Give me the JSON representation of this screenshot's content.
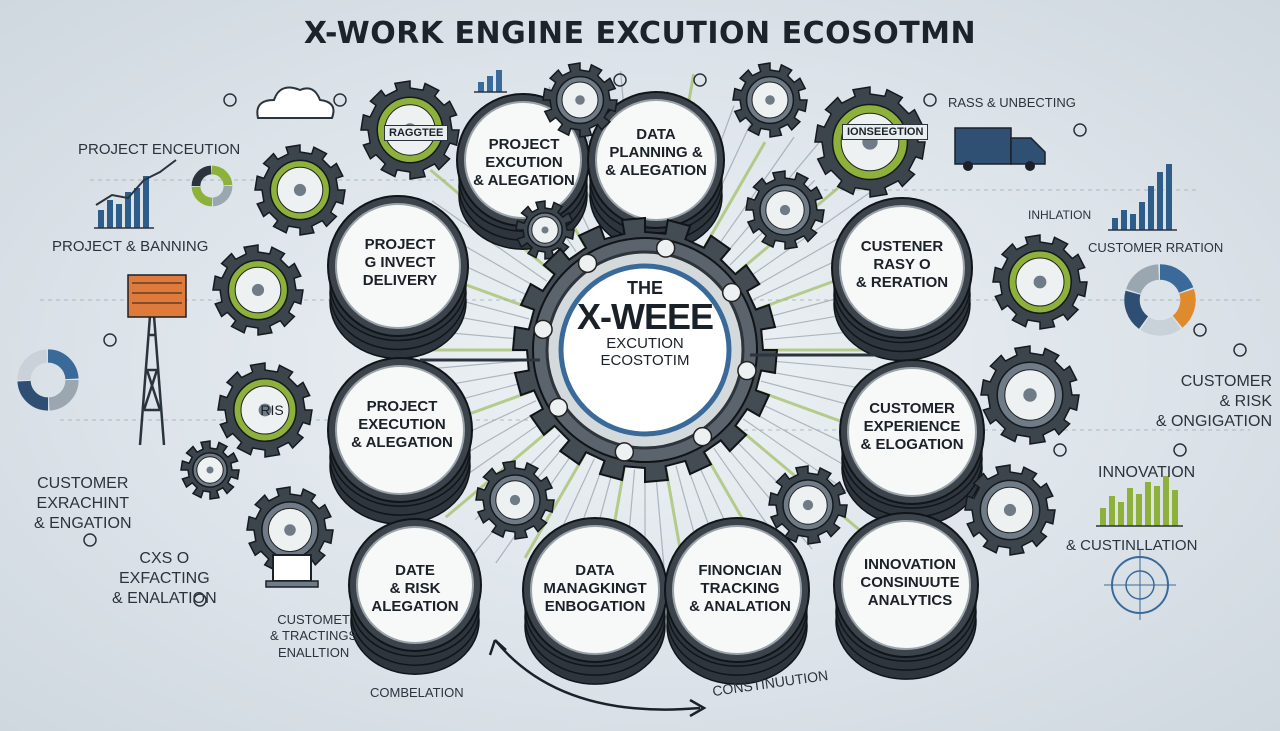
{
  "title": "X-WORK ENGINE EXCUTION ECOSOTMN",
  "center": {
    "line1": "THE",
    "line2": "X-WEEE",
    "line3": "EXCUTION\nECOSTOTIM"
  },
  "nodes": [
    {
      "id": "project-excution-alegation-top",
      "label": "PROJECT\nEXCUTION\n& ALEGATION"
    },
    {
      "id": "data-planning-alegation",
      "label": "DATA\nPLANNING &\n& ALEGATION"
    },
    {
      "id": "project-delivery",
      "label": "PROJECT\nG INVECT\nDELIVERY"
    },
    {
      "id": "customer-risk-reration",
      "label": "CUSTENER\nRASY O\n& RERATION"
    },
    {
      "id": "project-execution-alegation",
      "label": "PROJECT\nEXECUTION\n& ALEGATION"
    },
    {
      "id": "customer-experience-elogation",
      "label": "CUSTOMER\nEXPERIENCE\n& ELOGATION"
    },
    {
      "id": "date-risk-alegation",
      "label": "DATE\n& RISK\nALEGATION"
    },
    {
      "id": "data-managing-enbogation",
      "label": "DATA\nMANAGKINGT\nENBOGATION"
    },
    {
      "id": "financial-tracking-analation",
      "label": "FINONCIAN\nTRACKING\n& ANALATION"
    },
    {
      "id": "innovation-consinuute-analytics",
      "label": "INNOVATION\nCONSINUUTE\nANALYTICS"
    }
  ],
  "badges": {
    "left": "RAGGTEE",
    "right": "IONSEEGTION",
    "gear": "RIS"
  },
  "side_labels": {
    "project_encution": "PROJECT ENCEUTION",
    "project_banning": "PROJECT & BANNING",
    "customer_exrachint": "CUSTOMER\nEXRACHINT\n& ENGATION",
    "exfacting": "CXS O\nEXFACTING\n& ENALATION",
    "customet_tractings": "CUSTOMET\n& TRACTINGS\nENALLTION",
    "combelation": "COMBELATION",
    "constinuution": "CONSTINUUTION",
    "rass_unbecting": "RASS & UNBECTING",
    "inhlation": "INHLATION",
    "customer_rration": "CUSTOMER RRATION",
    "customer_risk": "CUSTOMER\n& RISK\n& ONGIGATION",
    "innovation": "INNOVATION",
    "custinllation": "& CUSTINLLATION"
  },
  "colors": {
    "green": "#8db13a",
    "dark": "#2b333c",
    "blue": "#3a6a9a",
    "ring": "#3c434b",
    "face": "#f7f8f8"
  }
}
